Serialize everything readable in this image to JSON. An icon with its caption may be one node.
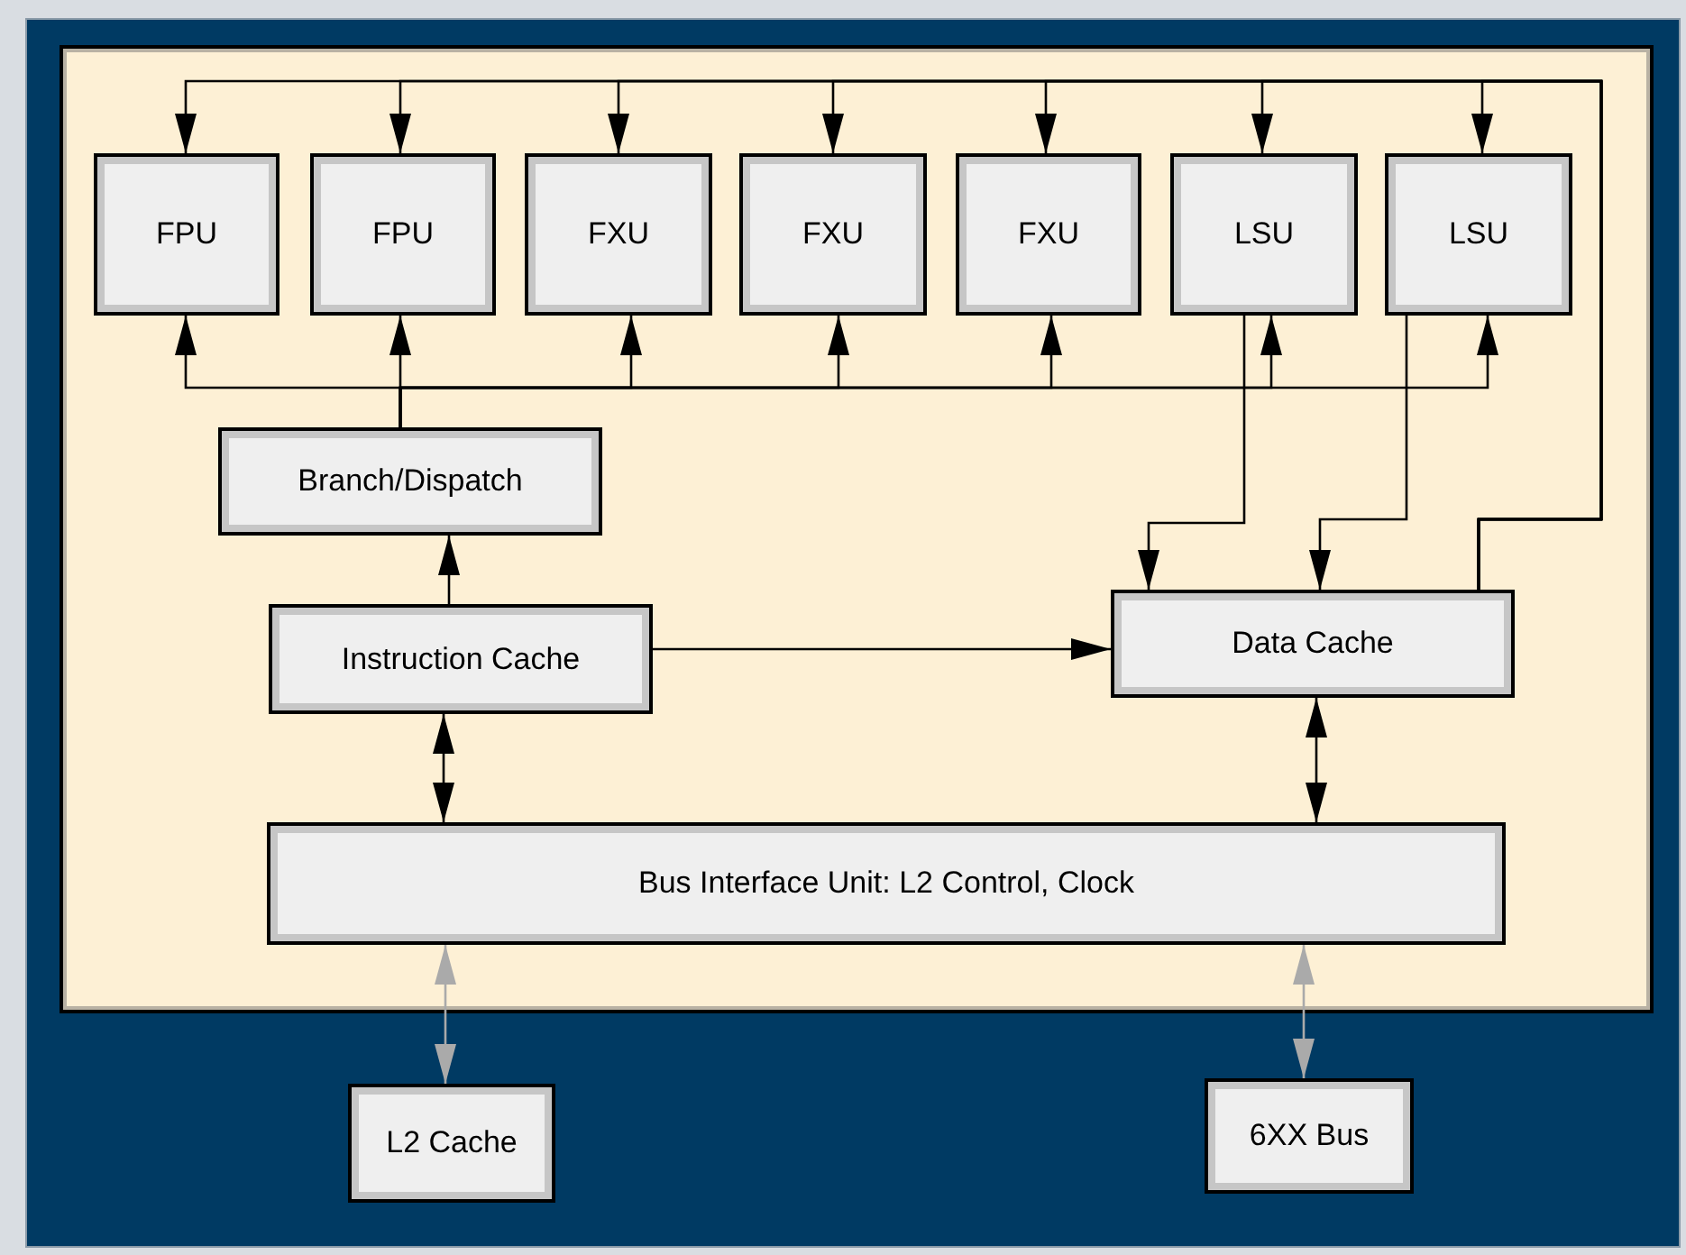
{
  "diagram": {
    "nodes": [
      {
        "text": [
          "FPU"
        ]
      },
      {
        "text": [
          "FPU"
        ]
      },
      {
        "text": [
          "FXU"
        ]
      },
      {
        "text": [
          "FXU"
        ]
      },
      {
        "text": [
          "FXU"
        ]
      },
      {
        "text": [
          "LSU"
        ]
      },
      {
        "text": [
          "LSU"
        ]
      },
      {
        "text": [
          "Branch/Dispatch"
        ]
      },
      {
        "text": [
          "Instruction Cache"
        ]
      },
      {
        "text": [
          "Data Cache"
        ]
      },
      {
        "text": [
          "Bus Interface Unit: L2 Control, Clock"
        ]
      },
      {
        "text": [
          "L2 Cache"
        ]
      },
      {
        "text": [
          "6XX Bus"
        ]
      }
    ],
    "edges": [
      {
        "from": 9,
        "to": 0,
        "arrow": "to"
      },
      {
        "from": 9,
        "to": 1,
        "arrow": "to"
      },
      {
        "from": 9,
        "to": 2,
        "arrow": "to"
      },
      {
        "from": 9,
        "to": 3,
        "arrow": "to"
      },
      {
        "from": 9,
        "to": 4,
        "arrow": "to"
      },
      {
        "from": 9,
        "to": 5,
        "arrow": "to"
      },
      {
        "from": 9,
        "to": 6,
        "arrow": "to"
      },
      {
        "from": 7,
        "to": 0,
        "arrow": "to"
      },
      {
        "from": 7,
        "to": 1,
        "arrow": "to"
      },
      {
        "from": 7,
        "to": 2,
        "arrow": "to"
      },
      {
        "from": 7,
        "to": 3,
        "arrow": "to"
      },
      {
        "from": 7,
        "to": 4,
        "arrow": "to"
      },
      {
        "from": 7,
        "to": 5,
        "arrow": "to"
      },
      {
        "from": 7,
        "to": 6,
        "arrow": "to"
      },
      {
        "from": 5,
        "to": 9,
        "arrow": "to"
      },
      {
        "from": 6,
        "to": 9,
        "arrow": "to"
      },
      {
        "from": 8,
        "to": 7,
        "arrow": "to"
      },
      {
        "from": 8,
        "to": 9,
        "arrow": "to"
      },
      {
        "from": 8,
        "to": 10,
        "arrow": "both"
      },
      {
        "from": 9,
        "to": 10,
        "arrow": "both"
      },
      {
        "from": 10,
        "to": 11,
        "arrow": "both",
        "color": "#aaaaaa"
      },
      {
        "from": 10,
        "to": 12,
        "arrow": "both",
        "color": "#aaaaaa"
      }
    ]
  }
}
